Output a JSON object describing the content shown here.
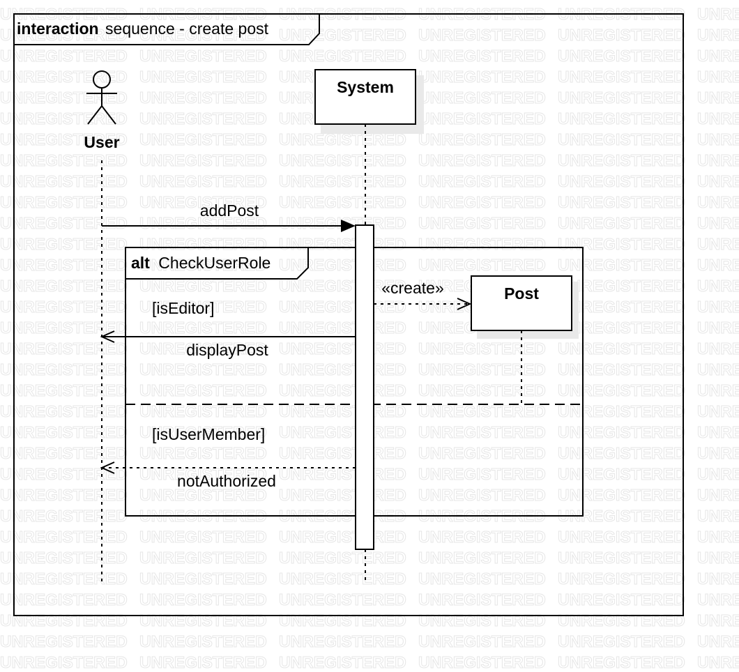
{
  "watermark": {
    "text": "UNREGISTERED"
  },
  "frame": {
    "keyword": "interaction",
    "name": "sequence - create post"
  },
  "lifelines": {
    "user": {
      "label": "User"
    },
    "system": {
      "label": "System"
    },
    "post": {
      "label": "Post"
    }
  },
  "messages": {
    "add_post": "addPost",
    "create": "«create»",
    "display_post": "displayPost",
    "not_authorized": "notAuthorized"
  },
  "alt_fragment": {
    "operator": "alt",
    "name": "CheckUserRole",
    "guard_1": "[isEditor]",
    "guard_2": "[isUserMember]"
  }
}
